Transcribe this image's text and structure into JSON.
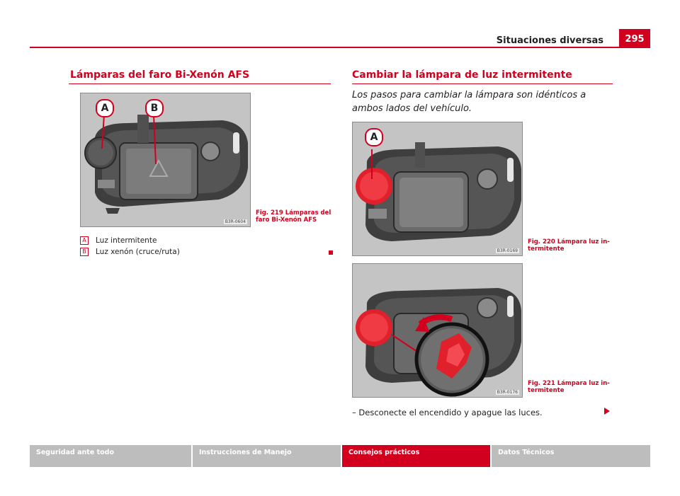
{
  "header": {
    "section_title": "Situaciones diversas",
    "page_number": "295"
  },
  "left": {
    "title": "Lámparas del faro Bi-Xenón AFS",
    "figure": {
      "code": "B3R-0604",
      "caption_line1": "Fig. 219  Lámparas del",
      "caption_line2": "faro Bi-Xenón AFS",
      "callouts": [
        "A",
        "B"
      ]
    },
    "legend": [
      {
        "key": "A",
        "text": "Luz intermitente"
      },
      {
        "key": "B",
        "text": "Luz xenón (cruce/ruta)"
      }
    ]
  },
  "right": {
    "title": "Cambiar la lámpara de luz intermitente",
    "intro": "Los pasos para cambiar la lámpara son idénticos a ambos lados del vehículo.",
    "figure1": {
      "code": "B3R-0169",
      "caption_line1": "Fig. 220  Lámpara luz in-",
      "caption_line2": "termitente",
      "callout": "A"
    },
    "figure2": {
      "code": "B3R-0176",
      "caption_line1": "Fig. 221  Lámpara luz in-",
      "caption_line2": "termitente"
    },
    "step": "–  Desconecte el encendido y apague las luces."
  },
  "footer": {
    "tabs": [
      {
        "label": "Seguridad ante todo",
        "active": false
      },
      {
        "label": "Instrucciones de Manejo",
        "active": false
      },
      {
        "label": "Consejos prácticos",
        "active": true
      },
      {
        "label": "Datos Técnicos",
        "active": false
      }
    ]
  },
  "colors": {
    "accent": "#d2001e",
    "tab_inactive": "#bdbdbd",
    "figure_bg": "#bdbdbd"
  }
}
